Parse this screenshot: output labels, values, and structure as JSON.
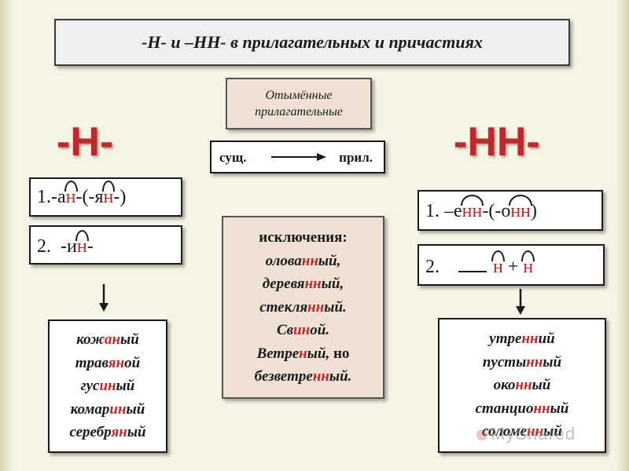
{
  "title": "-Н- и –НН- в прилагательных и причастиях",
  "center": {
    "otymennye_line1": "Отымённые",
    "otymennye_line2": "прилагательные",
    "noun": "сущ.",
    "adj": "прил."
  },
  "left": {
    "big_label": "-Н-",
    "rule1": {
      "prefix": "1.-а",
      "n1": "н",
      "mid": "-(-я",
      "n2": "н",
      "suffix": "-)"
    },
    "rule2": {
      "prefix": "2.  -и",
      "n1": "н",
      "suffix": "-"
    },
    "words": [
      {
        "pre": "кож",
        "hl": "ан",
        "post": "ый"
      },
      {
        "pre": "трав",
        "hl": "ян",
        "post": "ой"
      },
      {
        "pre": "гус",
        "hl": "ин",
        "post": "ый"
      },
      {
        "pre": "комар",
        "hl": "ин",
        "post": "ый"
      },
      {
        "pre": "серебр",
        "hl": "ян",
        "post": "ый"
      }
    ]
  },
  "right": {
    "big_label": "-НН-",
    "rule1": {
      "prefix": "1. –е",
      "n1": "нн",
      "mid": "-(-о",
      "n2": "нн",
      "suffix": ")"
    },
    "rule2": {
      "prefix": "2.   ",
      "n1": "н",
      "plus": " + ",
      "n2": "н"
    },
    "words": [
      {
        "pre": "утре",
        "hl": "нн",
        "post": "ий"
      },
      {
        "pre": "пусты",
        "hl": "нн",
        "post": "ый"
      },
      {
        "pre": "око",
        "hl": "нн",
        "post": "ый"
      },
      {
        "pre": "станцио",
        "hl": "нн",
        "post": "ый"
      },
      {
        "pre": "соломе",
        "hl": "нн",
        "post": "ый"
      }
    ]
  },
  "exceptions": {
    "heading": "исключения:",
    "lines": [
      {
        "pre": "олова",
        "hl": "нн",
        "post": "ый,"
      },
      {
        "pre": "деревя",
        "hl": "нн",
        "post": "ый,"
      },
      {
        "pre": "стекля",
        "hl": "нн",
        "post": "ый."
      },
      {
        "pre": "Св",
        "hl": "ин",
        "post": "ой."
      },
      {
        "pre": "Ветре",
        "hl": "н",
        "post": "ый,",
        "tail": " но"
      },
      {
        "pre": "безветре",
        "hl": "нн",
        "post": "ый."
      }
    ]
  },
  "watermark": "MyShared"
}
